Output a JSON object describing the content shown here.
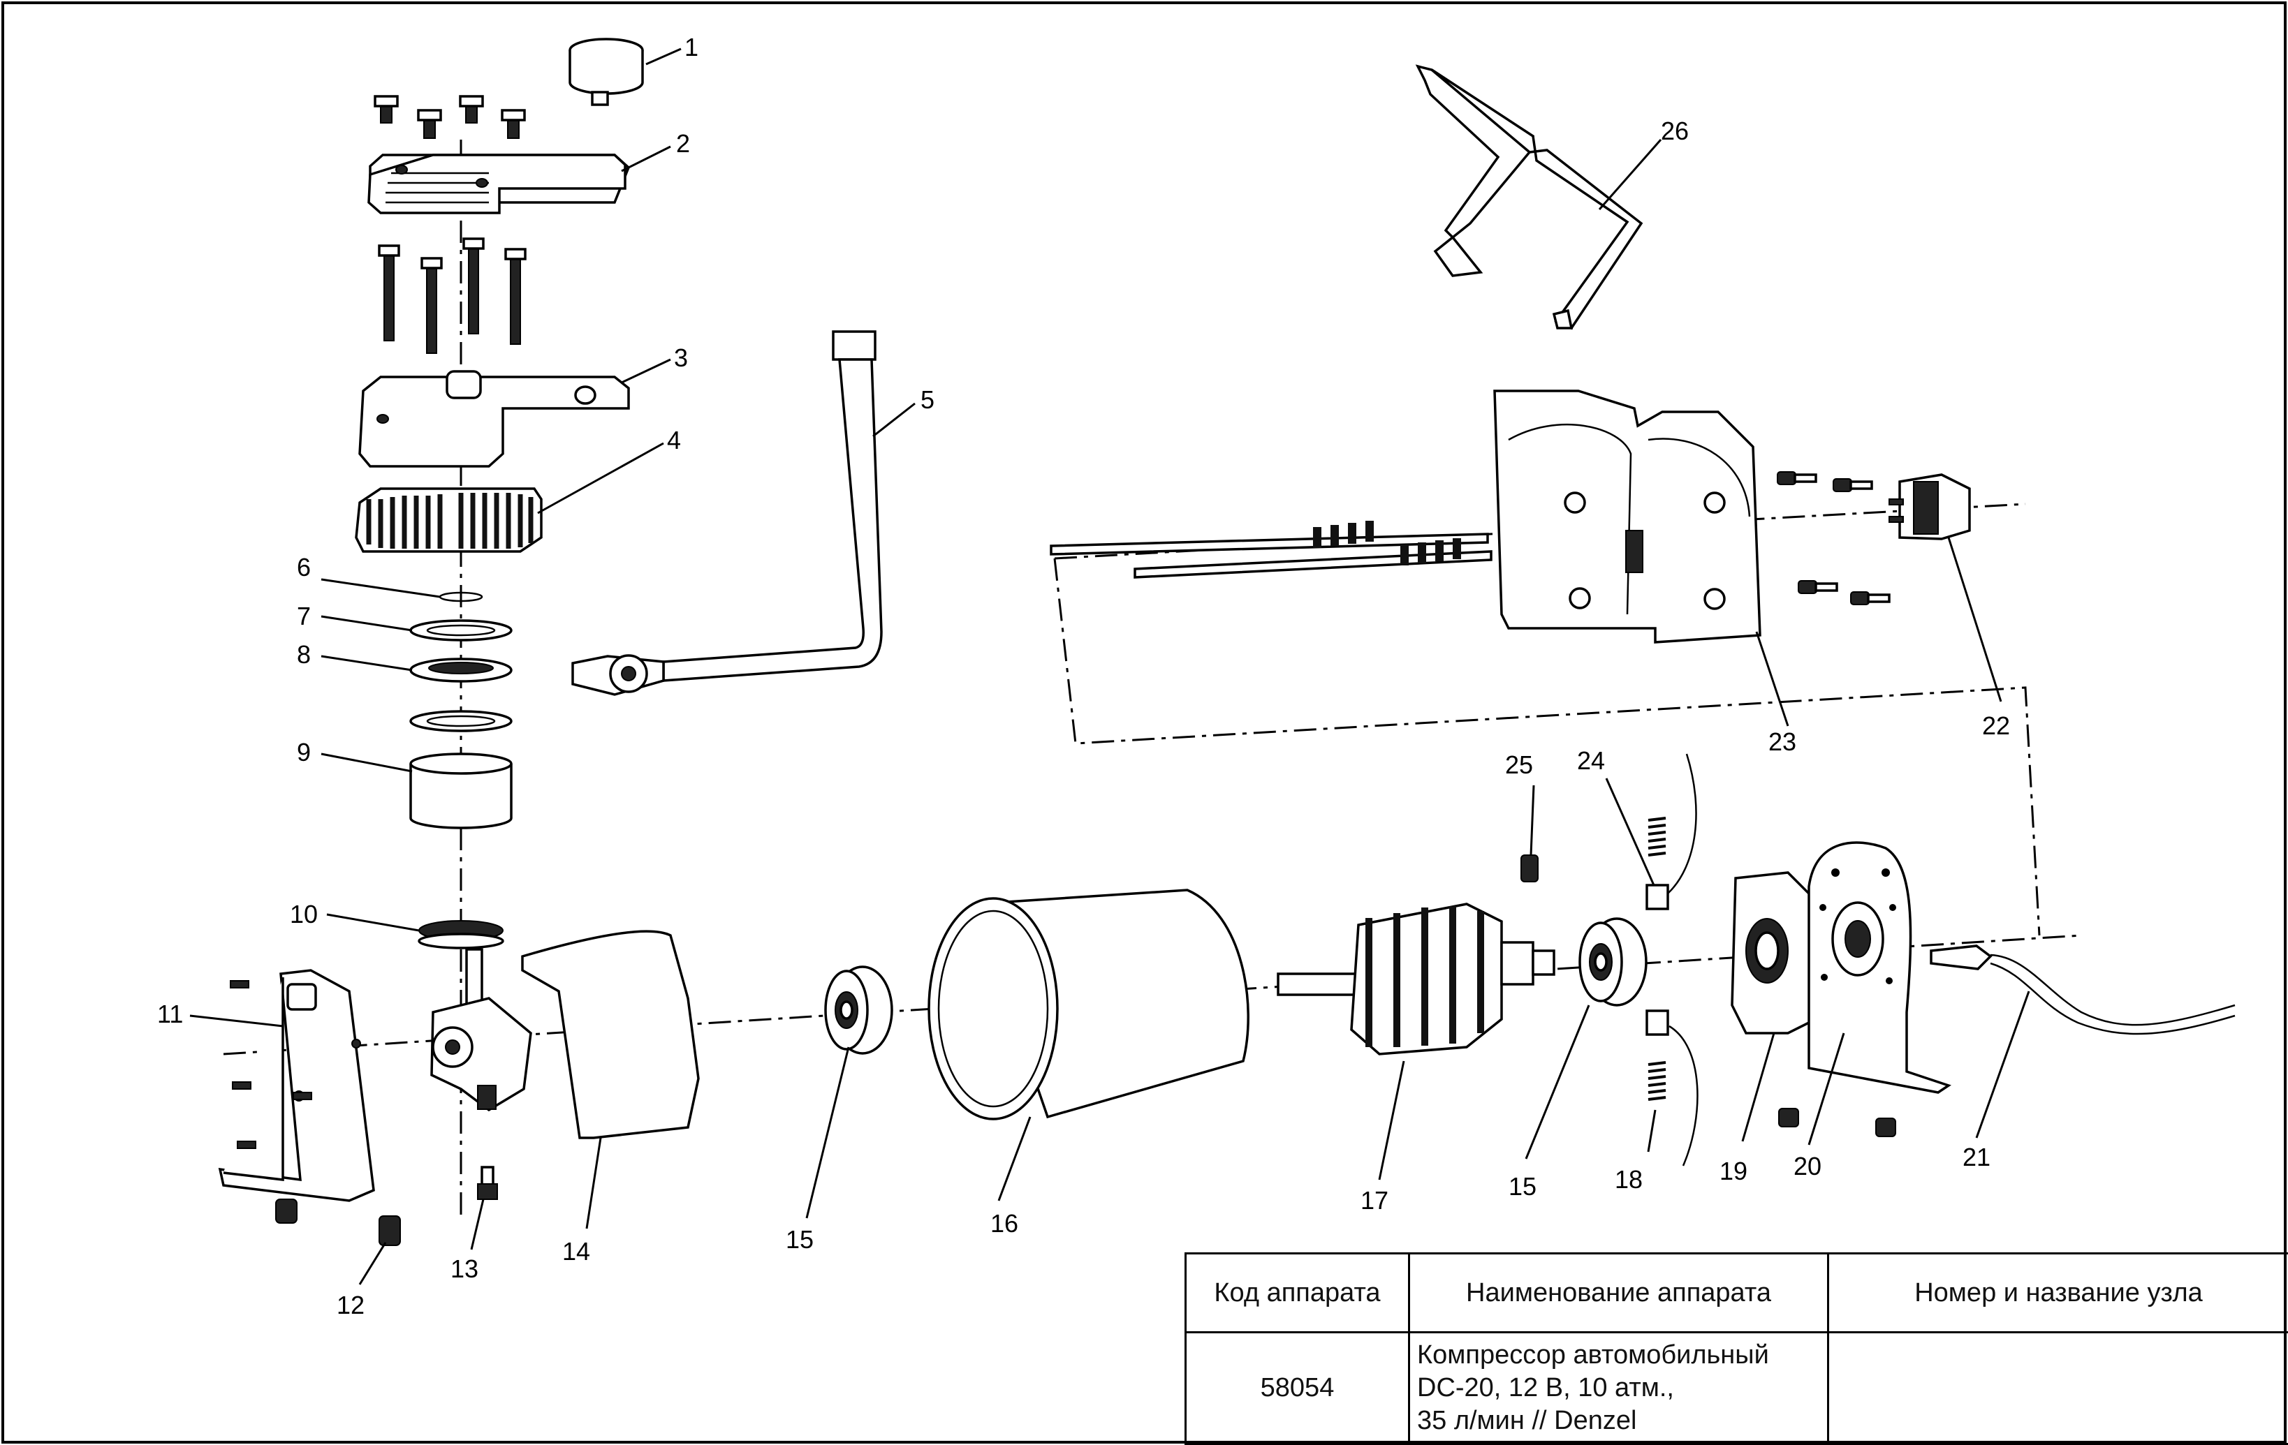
{
  "callouts": [
    "1",
    "2",
    "3",
    "4",
    "5",
    "6",
    "7",
    "8",
    "9",
    "10",
    "11",
    "12",
    "13",
    "14",
    "15",
    "15",
    "16",
    "17",
    "18",
    "19",
    "20",
    "21",
    "22",
    "23",
    "24",
    "25",
    "26"
  ],
  "table": {
    "headers": [
      "Код аппарата",
      "Наименование аппарата",
      "Номер и название узла"
    ],
    "code": "58054",
    "name_lines": [
      "Компрессор автомобильный",
      "DC-20, 12 В, 10 атм.,",
      "35 л/мин // Denzel"
    ],
    "node": ""
  }
}
